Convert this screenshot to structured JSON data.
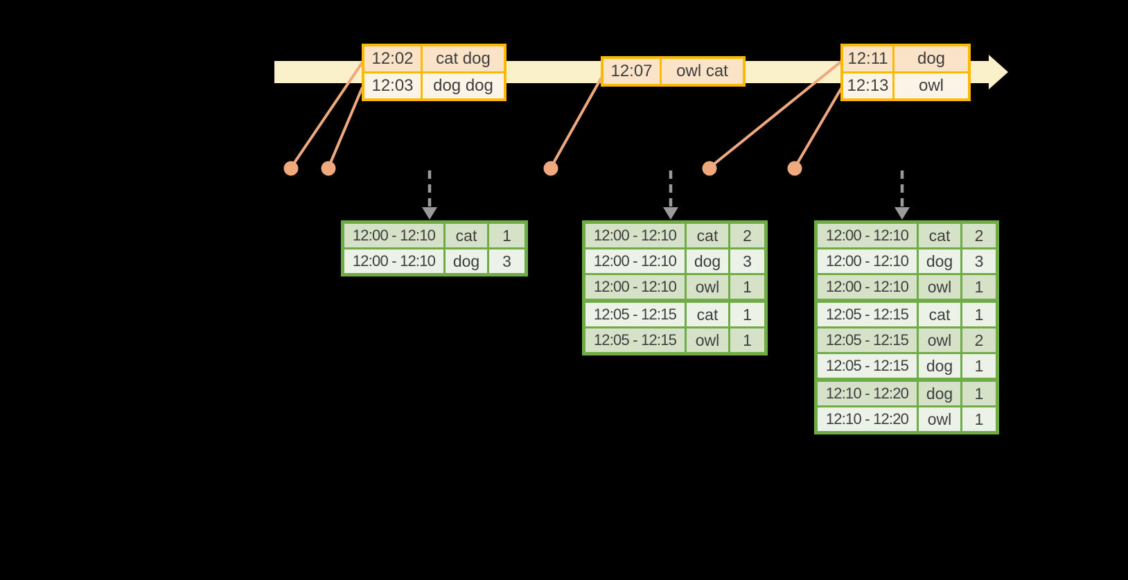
{
  "theme": {
    "bg": "#000000",
    "timeline-fill": "#FAF0C9",
    "event-border": "#FBBA00",
    "event-row-dark": "#FAE3C6",
    "event-row-light": "#FDF4E8",
    "connector": "#F0A87D",
    "result-border": "#6FAC46",
    "result-row-dark": "#D6E2C8",
    "result-row-light": "#EDF2E8",
    "trigger-arrow": "#9B9B9B",
    "text": "#3E3E3E"
  },
  "event_tables": [
    {
      "rows": [
        [
          "12:02",
          "cat dog"
        ],
        [
          "12:03",
          "dog dog"
        ]
      ]
    },
    {
      "rows": [
        [
          "12:07",
          "owl cat"
        ]
      ]
    },
    {
      "rows": [
        [
          "12:11",
          "dog"
        ],
        [
          "12:13",
          "owl"
        ]
      ]
    }
  ],
  "result_tables": [
    {
      "group_sizes": [
        2
      ],
      "rows": [
        [
          "12:00 - 12:10",
          "cat",
          "1"
        ],
        [
          "12:00 - 12:10",
          "dog",
          "3"
        ]
      ]
    },
    {
      "group_sizes": [
        3,
        2
      ],
      "rows": [
        [
          "12:00 - 12:10",
          "cat",
          "2"
        ],
        [
          "12:00 - 12:10",
          "dog",
          "3"
        ],
        [
          "12:00 - 12:10",
          "owl",
          "1"
        ],
        [
          "12:05 - 12:15",
          "cat",
          "1"
        ],
        [
          "12:05 - 12:15",
          "owl",
          "1"
        ]
      ]
    },
    {
      "group_sizes": [
        3,
        3,
        2
      ],
      "rows": [
        [
          "12:00 - 12:10",
          "cat",
          "2"
        ],
        [
          "12:00 - 12:10",
          "dog",
          "3"
        ],
        [
          "12:00 - 12:10",
          "owl",
          "1"
        ],
        [
          "12:05 - 12:15",
          "cat",
          "1"
        ],
        [
          "12:05 - 12:15",
          "owl",
          "2"
        ],
        [
          "12:05 - 12:15",
          "dog",
          "1"
        ],
        [
          "12:10 - 12:20",
          "dog",
          "1"
        ],
        [
          "12:10 - 12:20",
          "owl",
          "1"
        ]
      ]
    }
  ]
}
